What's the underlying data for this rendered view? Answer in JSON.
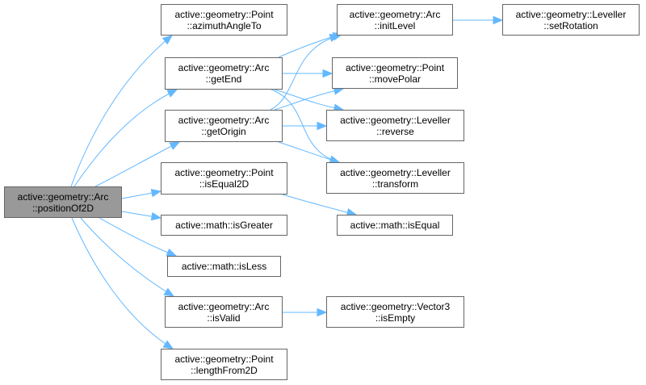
{
  "diagram": {
    "type": "call-graph",
    "edge_color": "#63b8ff",
    "node_border_color": "#666666",
    "root_fill": "#999999",
    "nodes": [
      {
        "id": "positionOf2D",
        "line1": "active::geometry::Arc",
        "line2": "::positionOf2D",
        "root": true
      },
      {
        "id": "azimuthAngleTo",
        "line1": "active::geometry::Point",
        "line2": "::azimuthAngleTo"
      },
      {
        "id": "getEnd",
        "line1": "active::geometry::Arc",
        "line2": "::getEnd"
      },
      {
        "id": "getOrigin",
        "line1": "active::geometry::Arc",
        "line2": "::getOrigin"
      },
      {
        "id": "isEqual2D",
        "line1": "active::geometry::Point",
        "line2": "::isEqual2D"
      },
      {
        "id": "isGreater",
        "line1": "active::math::isGreater",
        "line2": ""
      },
      {
        "id": "isLess",
        "line1": "active::math::isLess",
        "line2": ""
      },
      {
        "id": "isValid",
        "line1": "active::geometry::Arc",
        "line2": "::isValid"
      },
      {
        "id": "lengthFrom2D",
        "line1": "active::geometry::Point",
        "line2": "::lengthFrom2D"
      },
      {
        "id": "initLevel",
        "line1": "active::geometry::Arc",
        "line2": "::initLevel"
      },
      {
        "id": "movePolar",
        "line1": "active::geometry::Point",
        "line2": "::movePolar"
      },
      {
        "id": "reverse",
        "line1": "active::geometry::Leveller",
        "line2": "::reverse"
      },
      {
        "id": "transform",
        "line1": "active::geometry::Leveller",
        "line2": "::transform"
      },
      {
        "id": "isEqual",
        "line1": "active::math::isEqual",
        "line2": ""
      },
      {
        "id": "isEmpty",
        "line1": "active::geometry::Vector3",
        "line2": "::isEmpty"
      },
      {
        "id": "setRotation",
        "line1": "active::geometry::Leveller",
        "line2": "::setRotation"
      }
    ],
    "edges": [
      {
        "from": "positionOf2D",
        "to": "azimuthAngleTo"
      },
      {
        "from": "positionOf2D",
        "to": "getEnd"
      },
      {
        "from": "positionOf2D",
        "to": "getOrigin"
      },
      {
        "from": "positionOf2D",
        "to": "isEqual2D"
      },
      {
        "from": "positionOf2D",
        "to": "isGreater"
      },
      {
        "from": "positionOf2D",
        "to": "isLess"
      },
      {
        "from": "positionOf2D",
        "to": "isValid"
      },
      {
        "from": "positionOf2D",
        "to": "lengthFrom2D"
      },
      {
        "from": "getEnd",
        "to": "initLevel"
      },
      {
        "from": "getEnd",
        "to": "movePolar"
      },
      {
        "from": "getEnd",
        "to": "reverse"
      },
      {
        "from": "getEnd",
        "to": "transform"
      },
      {
        "from": "getOrigin",
        "to": "initLevel"
      },
      {
        "from": "getOrigin",
        "to": "movePolar"
      },
      {
        "from": "getOrigin",
        "to": "reverse"
      },
      {
        "from": "getOrigin",
        "to": "transform"
      },
      {
        "from": "isEqual2D",
        "to": "isEqual"
      },
      {
        "from": "isValid",
        "to": "isEmpty"
      },
      {
        "from": "initLevel",
        "to": "setRotation"
      }
    ]
  }
}
